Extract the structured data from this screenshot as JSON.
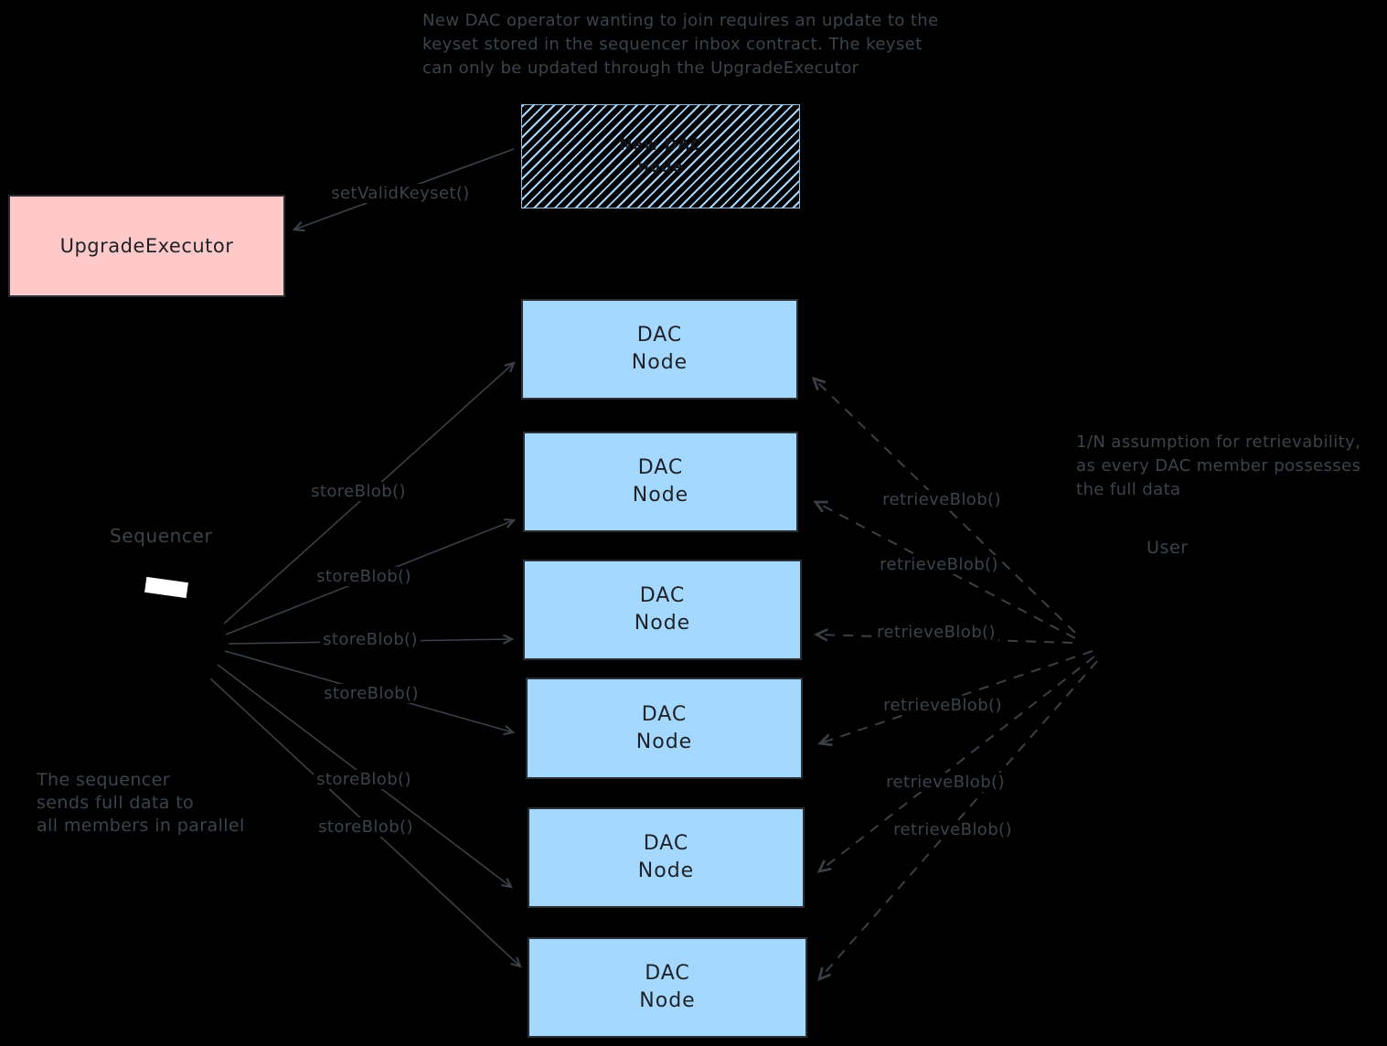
{
  "colors": {
    "background": "#000000",
    "dac_node_fill": "#a5d8ff",
    "upgrade_executor_fill": "#ffc9c9",
    "hatch_line": "#a5d8ff",
    "annotation_text": "#3c434b",
    "box_text": "#1e2227",
    "sequencer_shape": "#ffffff"
  },
  "notes": {
    "keyset_note": {
      "line1": "New DAC operator wanting to join requires an update to the",
      "line2": "keyset stored in the sequencer inbox contract. The keyset",
      "line3": "can only be updated through the UpgradeExecutor"
    },
    "retrievability_note": {
      "line1": "1/N assumption for retrievability,",
      "line2": "as every DAC member possesses",
      "line3": "the full data"
    },
    "sequencer_note": {
      "line1": "The sequencer",
      "line2": "sends full data to",
      "line3": "all members in parallel"
    }
  },
  "nodes": {
    "upgrade_executor": {
      "label": "UpgradeExecutor"
    },
    "new_dac_node": {
      "line1": "New DAC",
      "line2": "node"
    },
    "sequencer": {
      "label": "Sequencer"
    },
    "user": {
      "label": "User"
    },
    "dac_nodes": [
      {
        "line1": "DAC",
        "line2": "Node"
      },
      {
        "line1": "DAC",
        "line2": "Node"
      },
      {
        "line1": "DAC",
        "line2": "Node"
      },
      {
        "line1": "DAC",
        "line2": "Node"
      },
      {
        "line1": "DAC",
        "line2": "Node"
      },
      {
        "line1": "DAC",
        "line2": "Node"
      }
    ]
  },
  "edges": {
    "set_valid_keyset": {
      "label": "setValidKeyset()"
    },
    "store_blob": [
      {
        "label": "storeBlob()"
      },
      {
        "label": "storeBlob()"
      },
      {
        "label": "storeBlob()"
      },
      {
        "label": "storeBlob()"
      },
      {
        "label": "storeBlob()"
      },
      {
        "label": "storeBlob()"
      }
    ],
    "retrieve_blob": [
      {
        "label": "retrieveBlob()"
      },
      {
        "label": "retrieveBlob()"
      },
      {
        "label": "retrieveBlob()"
      },
      {
        "label": "retrieveBlob()"
      },
      {
        "label": "retrieveBlob()"
      },
      {
        "label": "retrieveBlob()"
      }
    ]
  }
}
